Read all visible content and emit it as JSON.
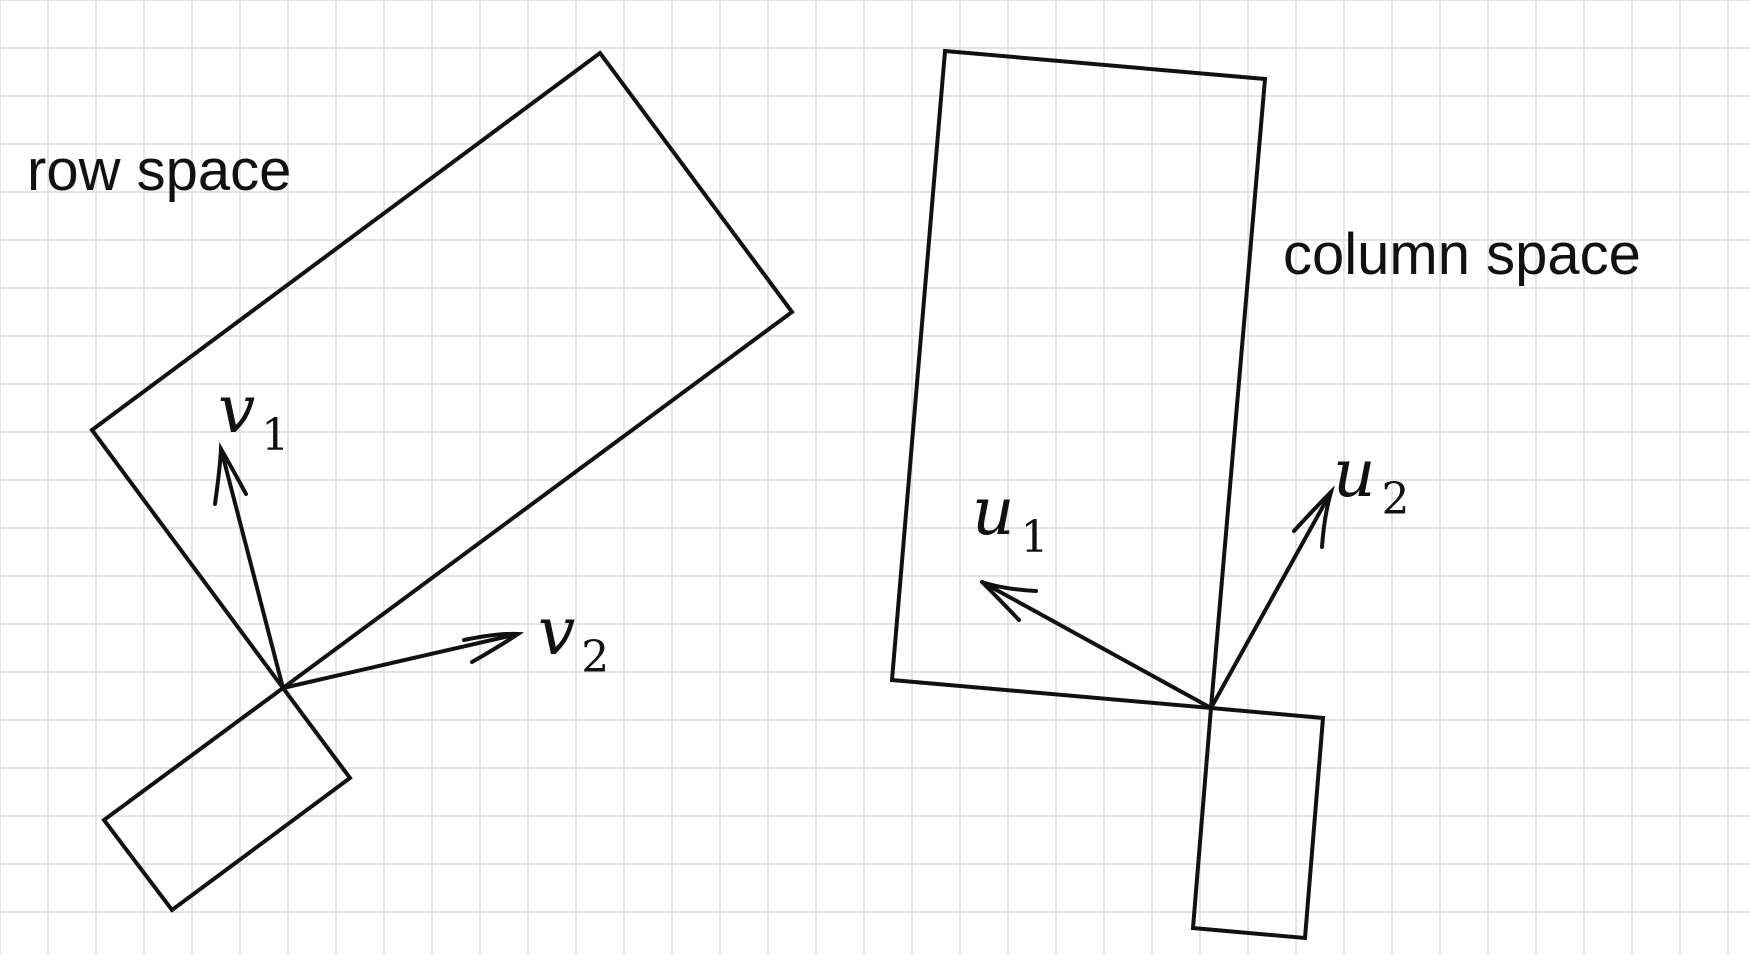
{
  "row_space": {
    "title": "row space",
    "vectors": [
      {
        "symbol": "v",
        "subscript": "1"
      },
      {
        "symbol": "v",
        "subscript": "2"
      }
    ]
  },
  "column_space": {
    "title": "column space",
    "vectors": [
      {
        "symbol": "u",
        "subscript": "1"
      },
      {
        "symbol": "u",
        "subscript": "2"
      }
    ]
  },
  "colors": {
    "background": "#ffffff",
    "grid": "#e4e4e4",
    "ink": "#111111"
  }
}
